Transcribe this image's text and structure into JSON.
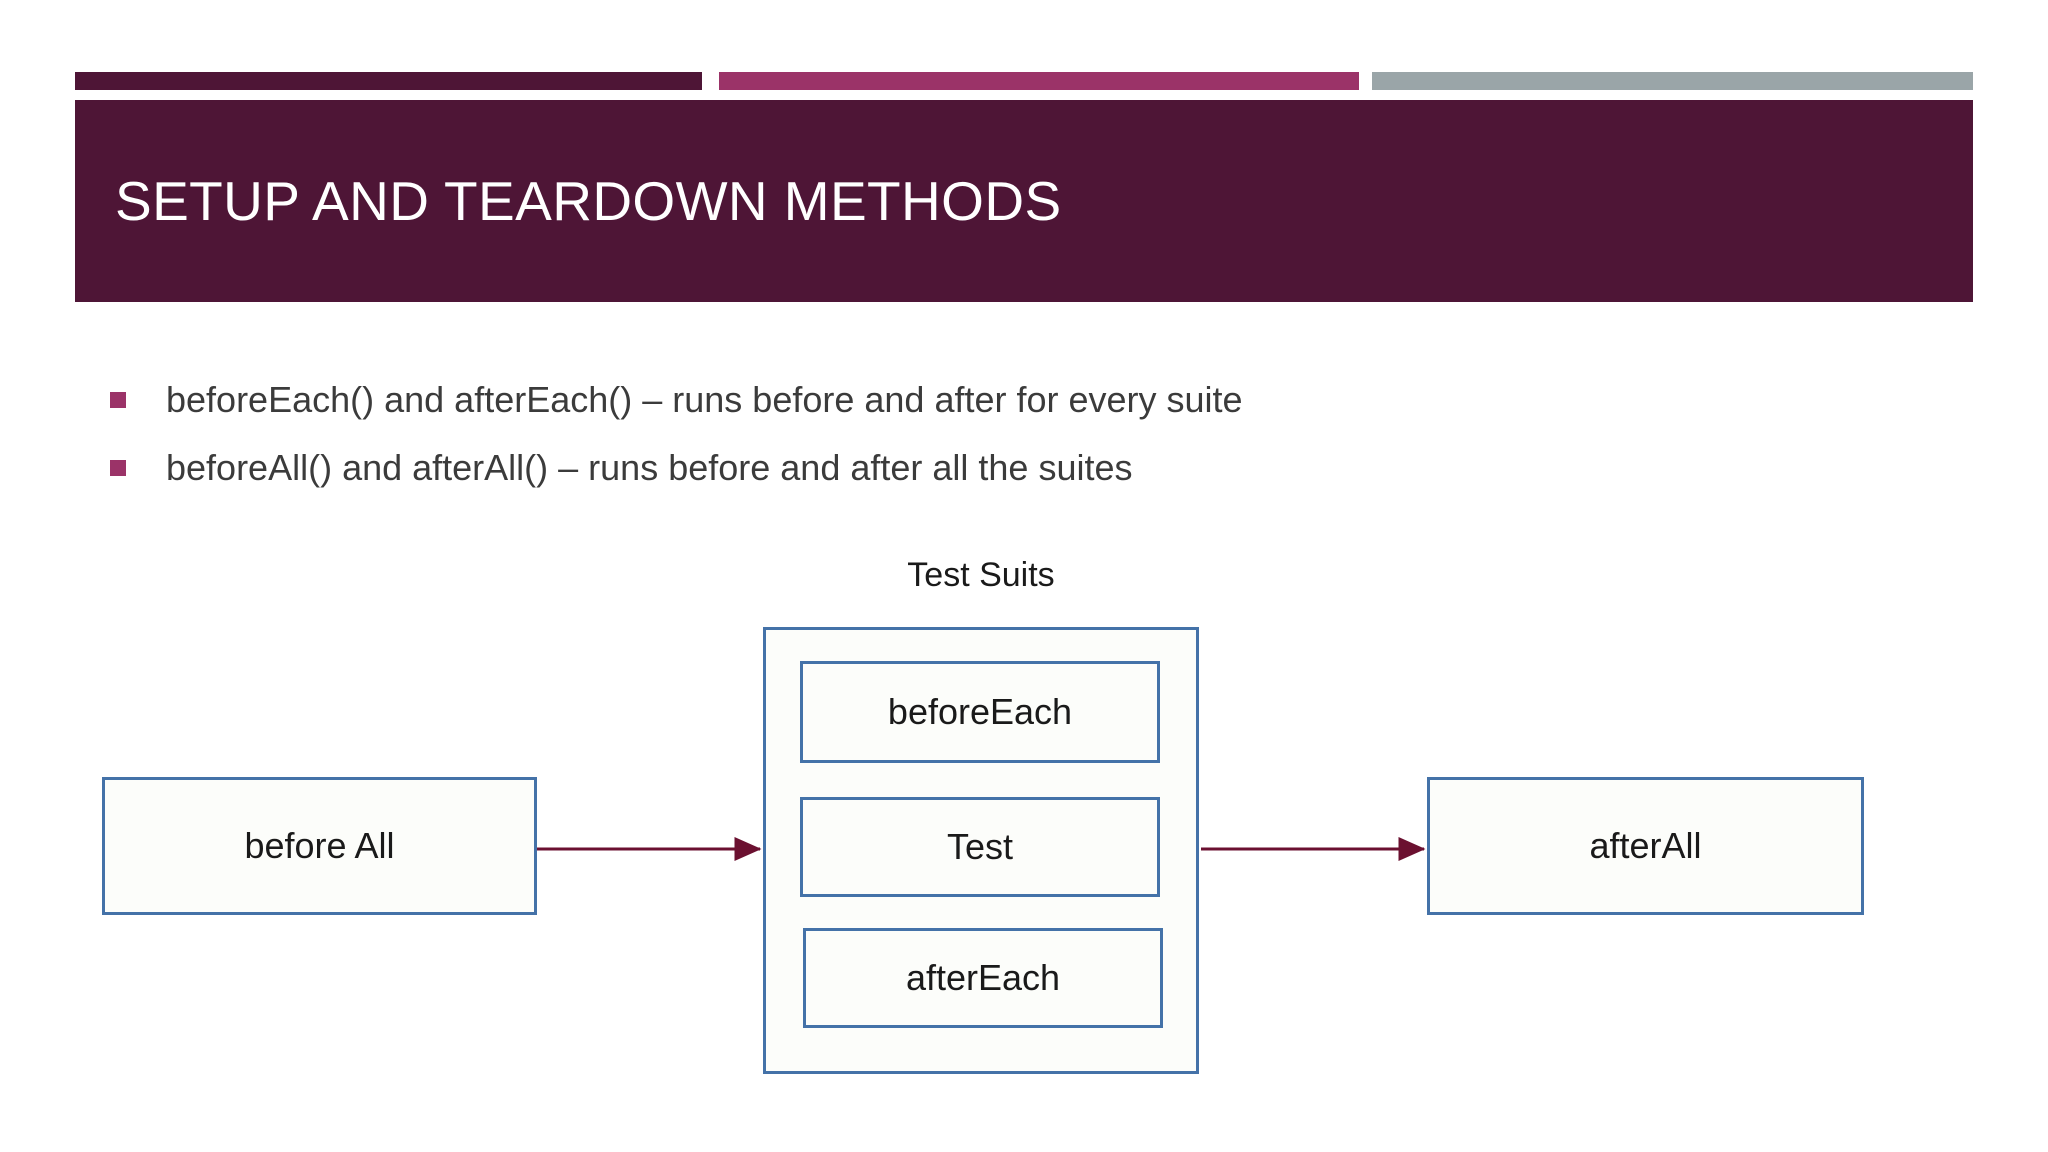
{
  "slide": {
    "title": "SETUP AND TEARDOWN METHODS",
    "background_color": "#FFFFFF"
  },
  "accent_bars": [
    {
      "name": "dark-bar",
      "color": "#4E1536"
    },
    {
      "name": "magenta-bar",
      "color": "#9B3368"
    },
    {
      "name": "gray-bar",
      "color": "#9AA5A8"
    }
  ],
  "header": {
    "banner_color": "#4E1536",
    "title_color": "#FFFFFF"
  },
  "bullets": [
    {
      "marker_color": "#9B3368",
      "text": "beforeEach() and afterEach() – runs before and after for every suite"
    },
    {
      "marker_color": "#9B3368",
      "text": "beforeAll() and afterAll() – runs before and after all the suites"
    }
  ],
  "diagram": {
    "caption": "Test Suits",
    "box_border_color": "#4472A8",
    "box_fill_color": "#FCFDFA",
    "arrow_color": "#6B1030",
    "boxes": {
      "before_all": "before All",
      "after_all": "afterAll",
      "before_each": "beforeEach",
      "test": "Test",
      "after_each": "afterEach"
    },
    "arrows": [
      {
        "name": "arrow-beforeall-to-suite",
        "from": "before All",
        "to": "Test Suits"
      },
      {
        "name": "arrow-suite-to-afterall",
        "from": "Test Suits",
        "to": "afterAll"
      }
    ]
  }
}
